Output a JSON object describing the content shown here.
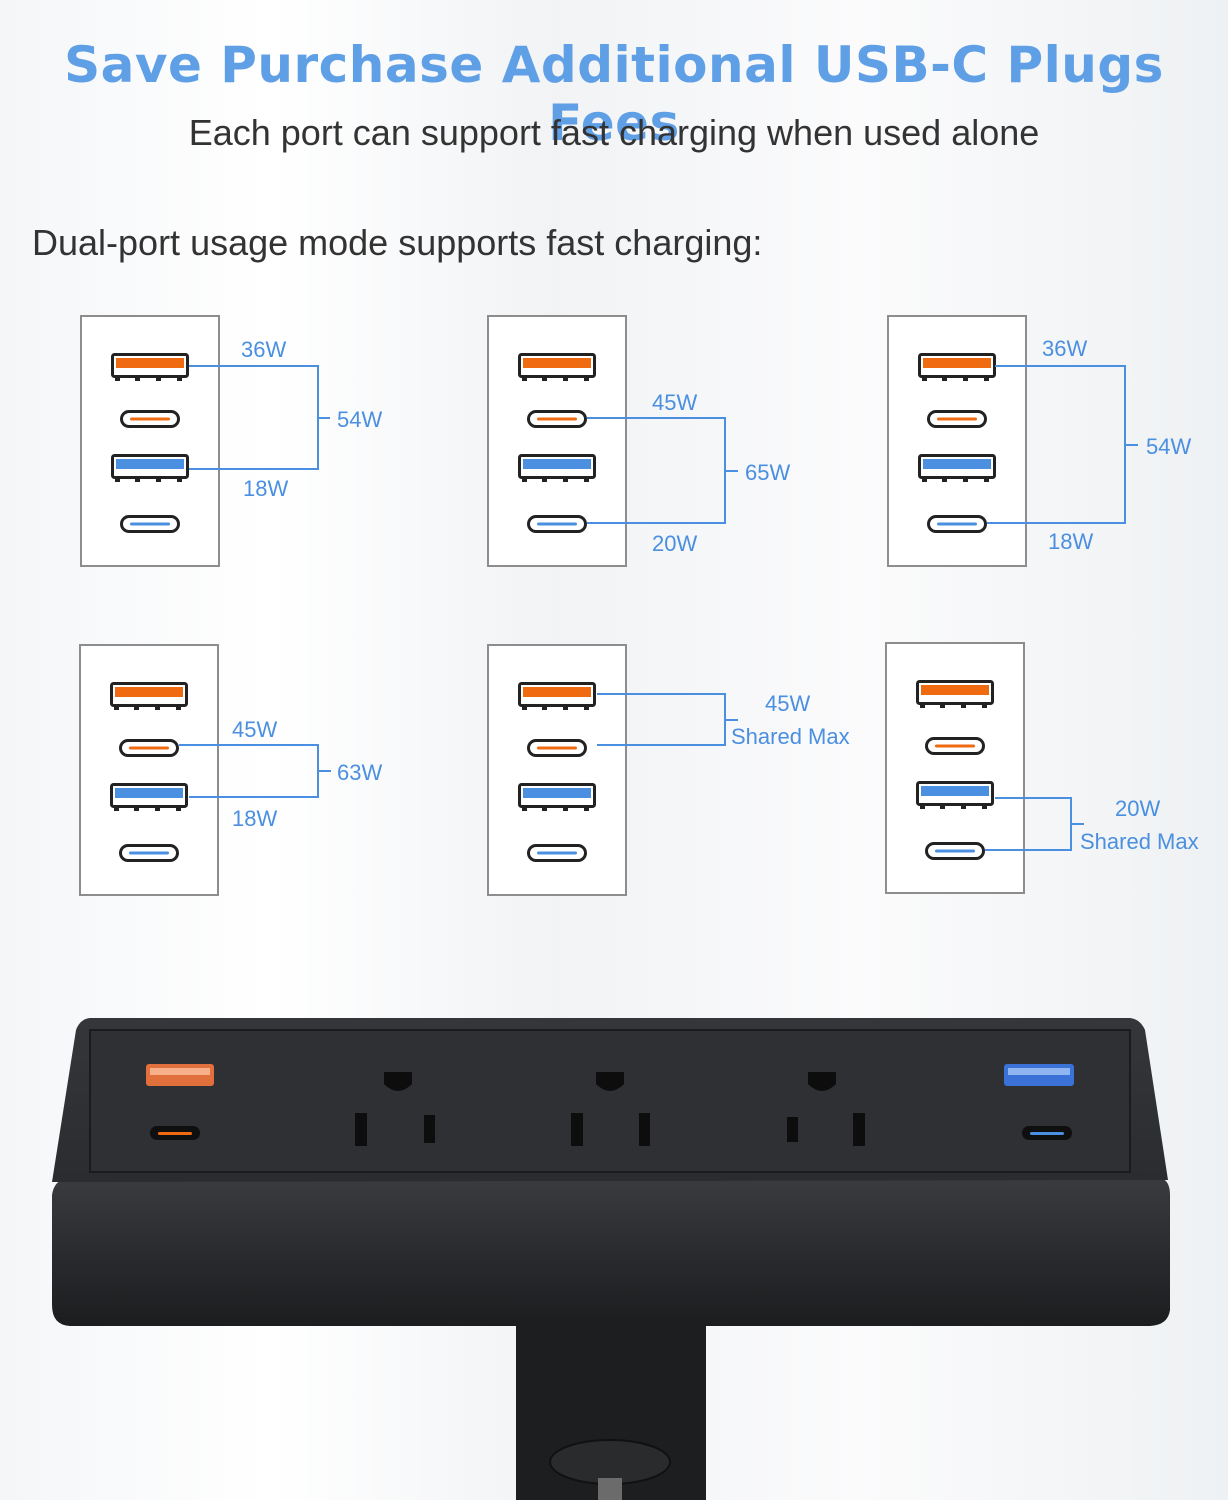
{
  "header": {
    "title": "Save Purchase Additional USB-C Plugs Fees",
    "subtitle": "Each port can support fast charging when used alone"
  },
  "modes": {
    "heading": "Dual-port usage mode supports fast charging:",
    "configs": [
      {
        "label_a": "36W",
        "label_b": "18W",
        "label_total": "54W"
      },
      {
        "label_a": "45W",
        "label_b": "20W",
        "label_total": "65W"
      },
      {
        "label_a": "36W",
        "label_b": "18W",
        "label_total": "54W"
      },
      {
        "label_a": "45W",
        "label_b": "18W",
        "label_total": "63W"
      },
      {
        "label_total": "45W",
        "label_note": "Shared Max"
      },
      {
        "label_total": "20W",
        "label_note": "Shared Max"
      }
    ]
  },
  "colors": {
    "accent_blue": "#5f9fe6",
    "port_orange": "#f06a12",
    "port_blue": "#4a8fe0",
    "connector_line": "#4a8fe0",
    "power_strip": "#2a2b2e"
  },
  "icons": {
    "usb_a": "usb-a-port-icon",
    "usb_c": "usb-c-port-icon",
    "outlet": "ac-outlet-icon"
  }
}
